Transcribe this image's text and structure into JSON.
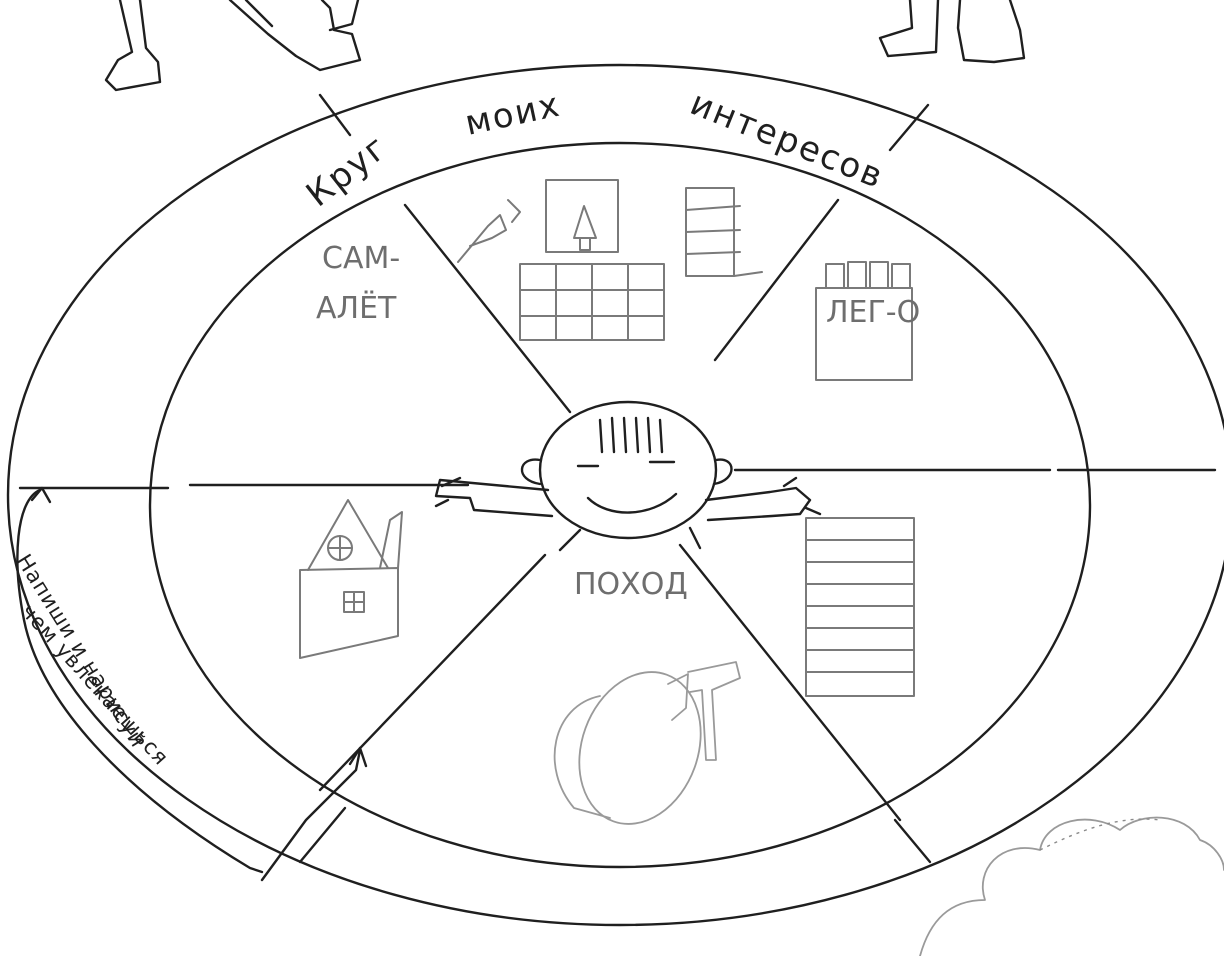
{
  "title": {
    "word1": "Круг",
    "word2": "моих",
    "word3": "интересов"
  },
  "instruction": {
    "line1": "Напиши и нарисуй",
    "line2": "чем увлекаешься"
  },
  "sectors": {
    "top_left_line1": "САМ-",
    "top_left_line2": "АЛЁТ",
    "top_right_label": "ЛЕГ-О",
    "bottom_label": "ПОХОД"
  }
}
